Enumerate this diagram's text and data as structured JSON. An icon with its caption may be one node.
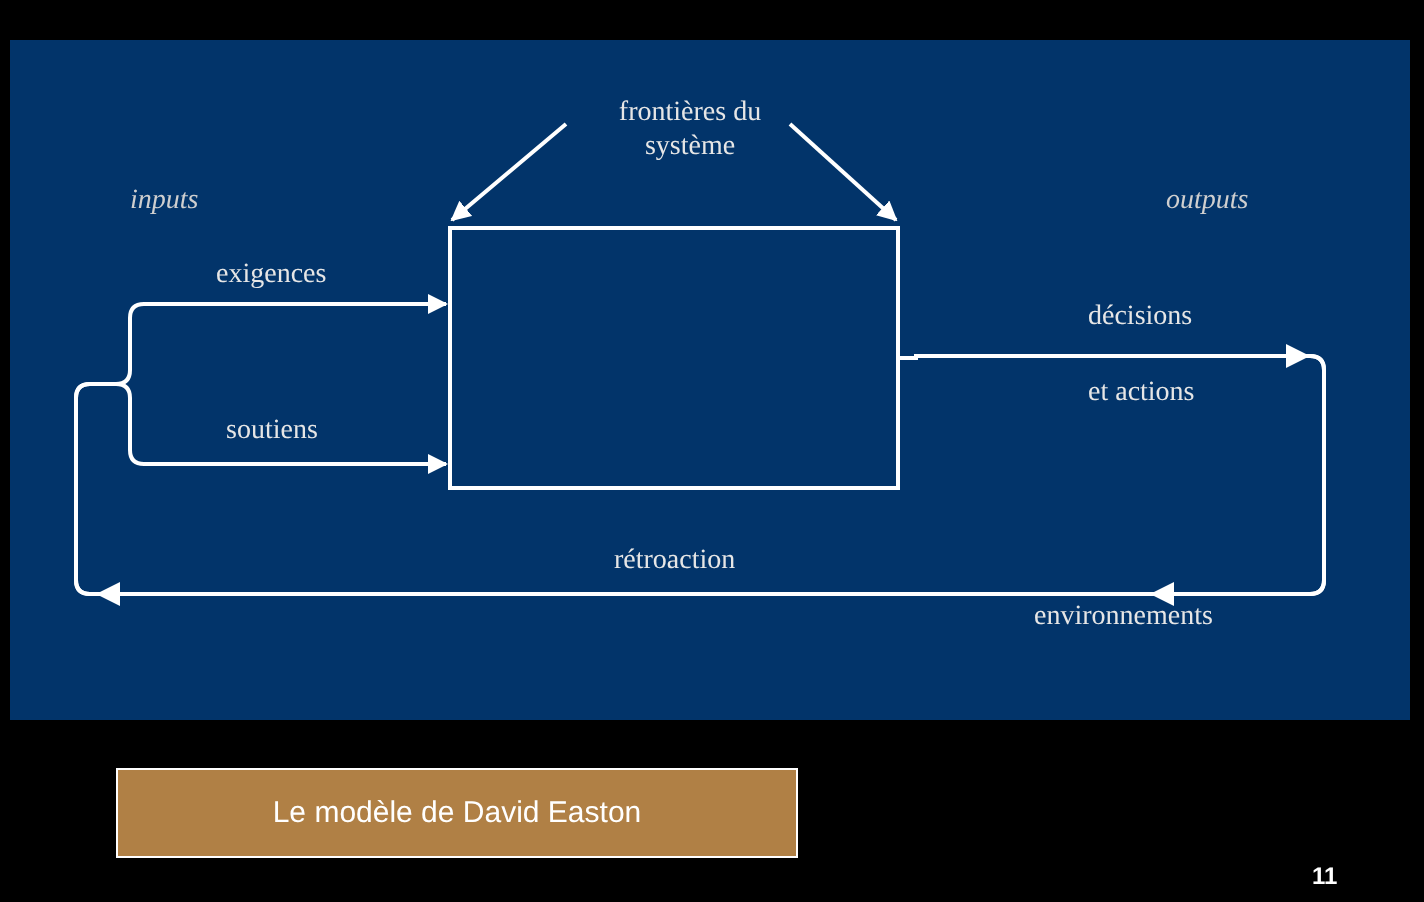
{
  "diagram": {
    "nodes": [
      {
        "text": [],
        "shape": "box"
      },
      {
        "text": [
          "frontières du système"
        ]
      },
      {
        "text": [
          "Le modèle de David Easton"
        ]
      }
    ],
    "edges": [
      {
        "from": 1,
        "to": 0,
        "arrow": "to"
      },
      {
        "from": 1,
        "to": 0,
        "arrow": "to"
      },
      {
        "from": 0,
        "to": 0,
        "arrow": "to",
        "label": "exigences"
      },
      {
        "from": 0,
        "to": 0,
        "arrow": "to",
        "label": "soutiens"
      }
    ],
    "labels": [
      "inputs",
      "outputs",
      "décisions",
      "et actions",
      "rétroaction",
      "environnements",
      "11"
    ]
  }
}
